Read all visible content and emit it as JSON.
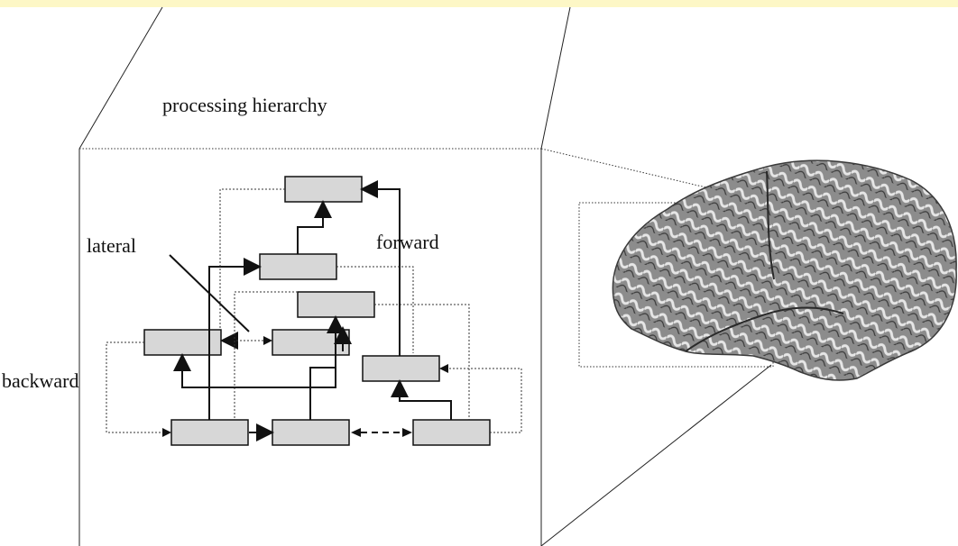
{
  "labels": {
    "title": "processing hierarchy",
    "lateral": "lateral",
    "forward": "forward",
    "backward": "backward"
  },
  "colors": {
    "band": "#fdf7c6",
    "box_fill": "#d7d7d7",
    "box_stroke": "#111111",
    "line": "#111111",
    "brain": "#9a9a9a"
  },
  "figure": {
    "box_count": 9,
    "brain_icon": "brain-icon"
  }
}
